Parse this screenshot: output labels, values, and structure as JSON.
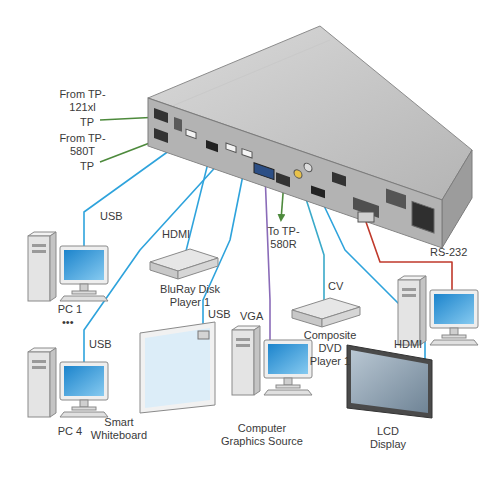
{
  "diagram": {
    "nodes": [
      {
        "text": [
          "BluRay Disk Player 1"
        ]
      },
      {
        "text": [
          "PC 1"
        ]
      },
      {
        "text": [
          "Composite DVD Player 1"
        ]
      },
      {
        "text": [
          "PC 4"
        ]
      },
      {
        "text": [
          "Smart Whiteboard"
        ]
      },
      {
        "text": [
          "Computer Graphics Source"
        ]
      },
      {
        "text": [
          "LCD Display"
        ]
      }
    ],
    "labels": [
      "From TP-121xl",
      "TP",
      "From TP-580T",
      "TP",
      "USB",
      "HDMI",
      "To TP-580R",
      "RS-232",
      "CV",
      "VGA",
      "USB",
      "•••",
      "USB",
      "HDMI"
    ]
  }
}
